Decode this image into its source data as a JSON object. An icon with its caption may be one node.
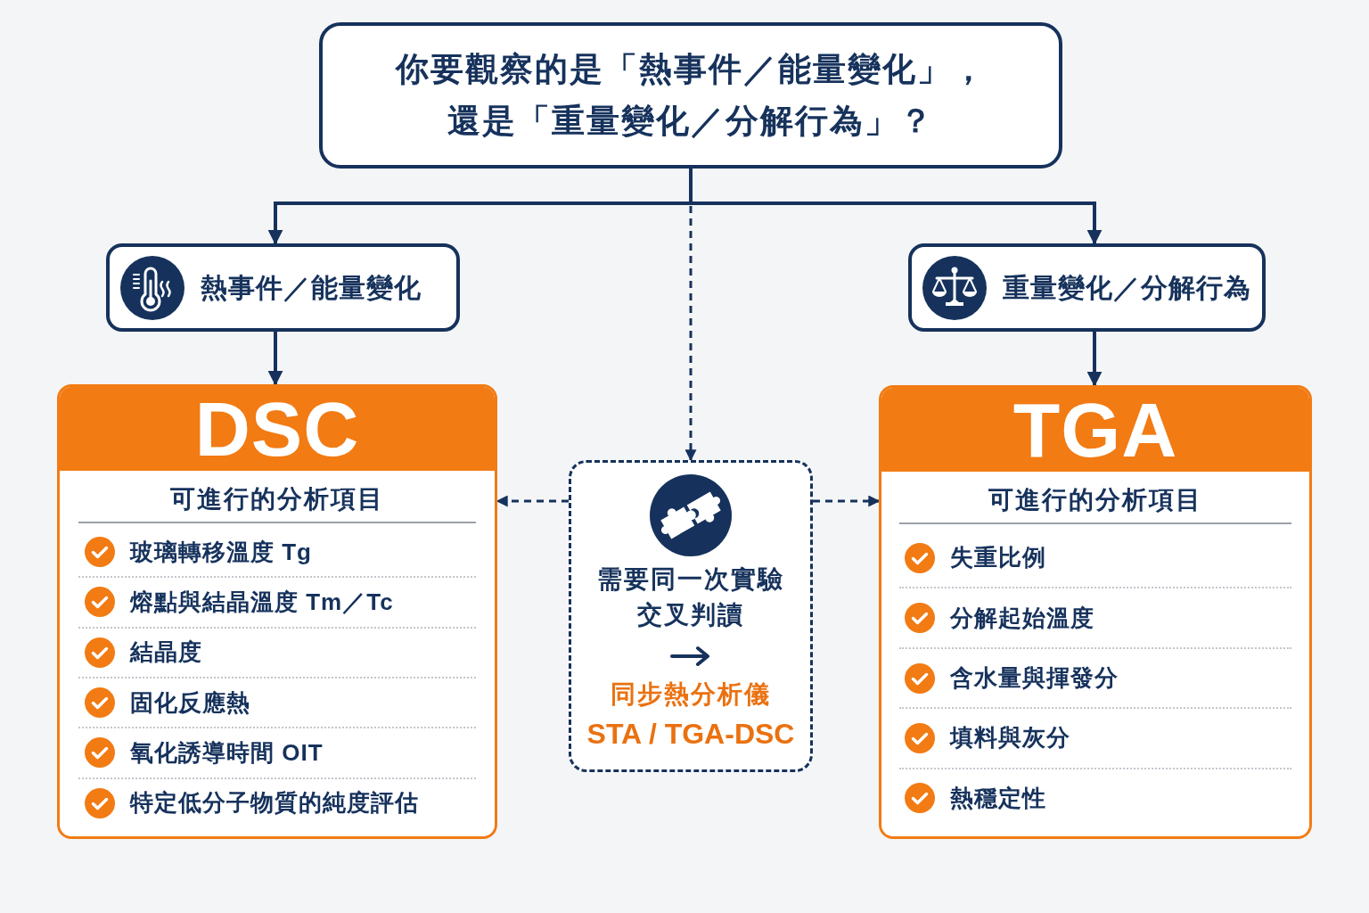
{
  "diagram": {
    "nodes": [
      {
        "text": [
          "你要觀察的是「熱事件／能量變化」，還是「重量變化／分解行為」？"
        ]
      },
      {
        "text": [
          "熱事件／能量變化"
        ]
      },
      {
        "text": [
          "重量變化／分解行為"
        ]
      },
      {
        "text": [
          "DSC",
          "可進行的分析項目",
          "玻璃轉移溫度 Tg",
          "熔點與結晶溫度 Tm／Tc",
          "結晶度",
          "固化反應熱",
          "氧化誘導時間 OIT",
          "特定低分子物質的純度評估"
        ]
      },
      {
        "text": [
          "需要同一次實驗交叉判讀",
          "同步熱分析儀",
          "STA / TGA-DSC"
        ]
      },
      {
        "text": [
          "TGA",
          "可進行的分析項目",
          "失重比例",
          "分解起始溫度",
          "含水量與揮發分",
          "填料與灰分",
          "熱穩定性"
        ]
      }
    ],
    "edges": [
      {
        "from": 0,
        "to": 1,
        "arrow": "to"
      },
      {
        "from": 0,
        "to": 2,
        "arrow": "to"
      },
      {
        "from": 0,
        "to": 4,
        "arrow": "to",
        "style": "dashed"
      },
      {
        "from": 1,
        "to": 3,
        "arrow": "to"
      },
      {
        "from": 2,
        "to": 5,
        "arrow": "to"
      },
      {
        "from": 4,
        "to": 3,
        "arrow": "to",
        "style": "dashed"
      },
      {
        "from": 4,
        "to": 5,
        "arrow": "to",
        "style": "dashed"
      }
    ]
  }
}
